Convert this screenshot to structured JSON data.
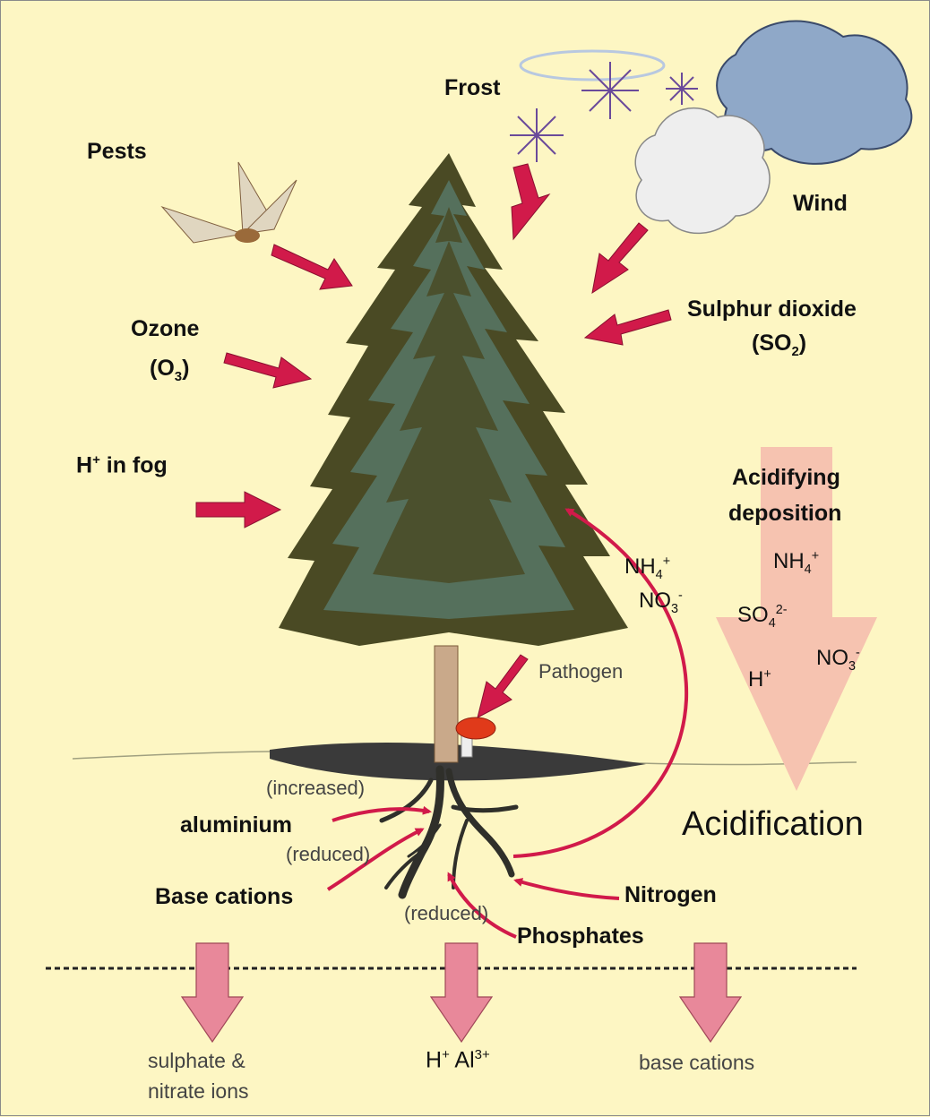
{
  "labels": {
    "pests": "Pests",
    "frost": "Frost",
    "wind": "Wind",
    "sulphur_dioxide": "Sulphur dioxide",
    "so2_open": "(SO",
    "so2_sub": "2",
    "so2_close": ")",
    "ozone": "Ozone",
    "o3_open": "(O",
    "o3_sub": "3",
    "o3_close": ")",
    "h_in_fog_h": "H",
    "h_in_fog_sup": "+",
    "h_in_fog_rest": " in fog",
    "acidifying": "Acidifying",
    "deposition": "deposition",
    "nh4_left": "NH",
    "nh4_left_sub": "4",
    "nh4_left_sup": "+",
    "no3_left": "NO",
    "no3_left_sub": "3",
    "no3_left_sup": "-",
    "nh4_right": "NH",
    "nh4_right_sub": "4",
    "nh4_right_sup": "+",
    "so4": "SO",
    "so4_sub": "4",
    "so4_sup": "2-",
    "no3_right": "NO",
    "no3_right_sub": "3",
    "no3_right_sup": "-",
    "h_right": "H",
    "h_right_sup": "+",
    "pathogen": "Pathogen",
    "increased": "(increased)",
    "aluminium": "aluminium",
    "reduced1": "(reduced)",
    "base_cations": "Base cations",
    "reduced2": "(reduced)",
    "nitrogen": "Nitrogen",
    "phosphates": "Phosphates",
    "acidification": "Acidification",
    "sulphate_line1": "sulphate &",
    "sulphate_line2": "nitrate ions",
    "hal_h": "H",
    "hal_h_sup": "+",
    "hal_al": " Al",
    "hal_al_sup": "3+",
    "base_cations_bottom": "base cations"
  },
  "colors": {
    "background": "#fdf6c3",
    "arrow_red": "#d11a4a",
    "deposition_arrow": "#f6c3b0",
    "leach_arrow": "#e8889a",
    "tree_dark": "#4a4a24",
    "tree_light": "#5f8f8a",
    "trunk": "#c9a98a",
    "ground_shadow": "#3a3a3a"
  }
}
